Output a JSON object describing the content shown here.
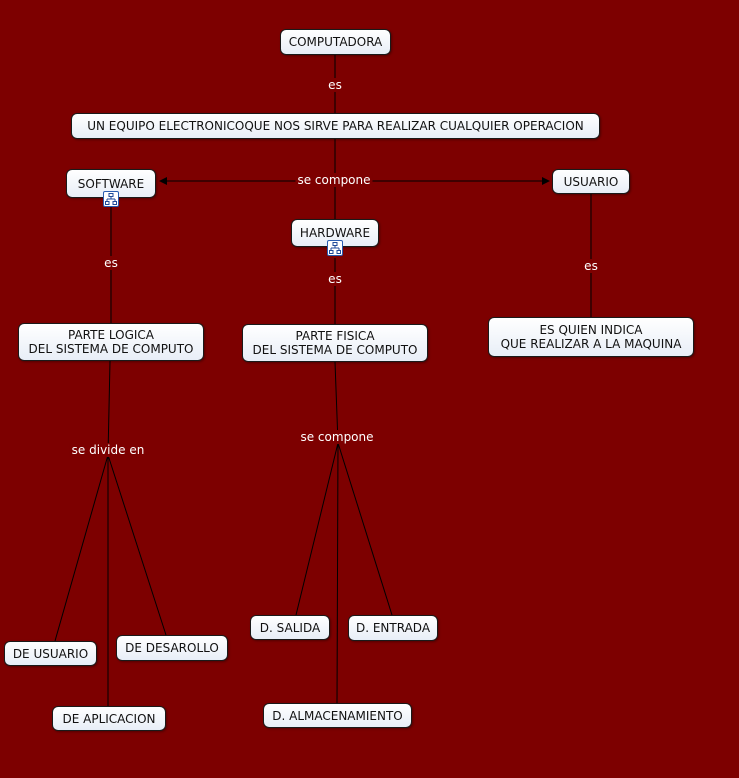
{
  "nodes": {
    "computadora": "COMPUTADORA",
    "equipo": "UN EQUIPO ELECTRONICOQUE NOS SIRVE PARA REALIZAR CUALQUIER OPERACION",
    "software": "SOFTWARE",
    "hardware": "HARDWARE",
    "usuario": "USUARIO",
    "parte_logica": "PARTE LOGICA\nDEL SISTEMA DE COMPUTO",
    "parte_fisica": "PARTE FISICA\nDEL SISTEMA DE COMPUTO",
    "quien_indica": "ES QUIEN INDICA\nQUE REALIZAR A LA MAQUINA",
    "de_usuario": "DE USUARIO",
    "de_desarollo": "DE DESAROLLO",
    "de_aplicacion": "DE APLICACION",
    "d_salida": "D. SALIDA",
    "d_entrada": "D. ENTRADA",
    "d_almacenamiento": "D. ALMACENAMIENTO"
  },
  "links": {
    "es_1": "es",
    "se_compone_1": "se compone",
    "es_software": "es",
    "es_hardware": "es",
    "es_usuario": "es",
    "se_divide_en": "se divide en",
    "se_compone_2": "se compone"
  },
  "icons": {
    "software_submap": "submap-icon",
    "hardware_submap": "submap-icon"
  },
  "colors": {
    "background": "#7d0000",
    "node_fill": "#f2f6fb",
    "line": "#000000",
    "label_text": "#ffffff"
  }
}
